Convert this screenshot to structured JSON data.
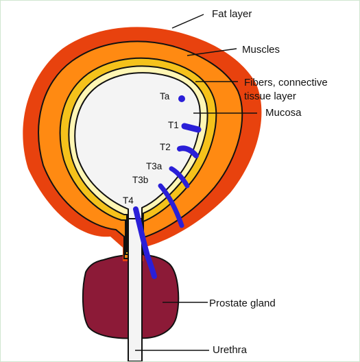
{
  "colors": {
    "fat": "#e8420e",
    "muscle": "#ff8a12",
    "fiber": "#f5c21b",
    "mucosa": "#fff6b4",
    "lumen": "#f4f4f4",
    "prostate": "#8c1a37",
    "tumor": "#2a1fd8",
    "line": "#111111"
  },
  "labels": {
    "fat": "Fat layer",
    "muscles": "Muscles",
    "fibers_line1": "Fibers, connective",
    "fibers_line2": "tissue layer",
    "mucosa": "Mucosa",
    "prostate": "Prostate gland",
    "urethra": "Urethra"
  },
  "stages": {
    "ta": "Ta",
    "t1": "T1",
    "t2": "T2",
    "t3a": "T3a",
    "t3b": "T3b",
    "t4": "T4"
  }
}
